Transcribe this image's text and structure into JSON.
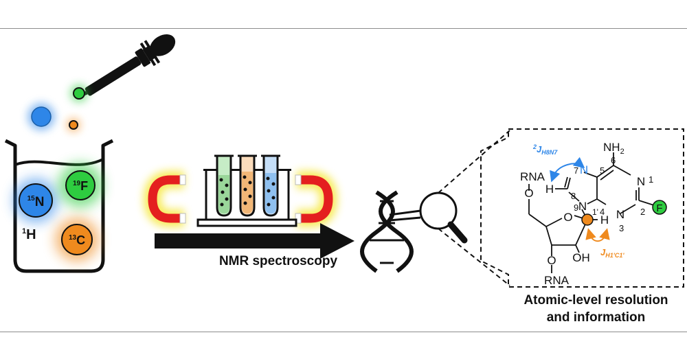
{
  "isotopes": {
    "n15": {
      "mass": "15",
      "symbol": "N",
      "color": "#2e86e8"
    },
    "f19": {
      "mass": "19",
      "symbol": "F",
      "color": "#2ecc40"
    },
    "c13": {
      "mass": "13",
      "symbol": "C",
      "color": "#ef8a1e"
    },
    "h1": {
      "mass": "1",
      "symbol": "H"
    }
  },
  "labels": {
    "nmr": "NMR spectroscopy",
    "atomic_line1": "Atomic-level resolution",
    "atomic_line2": "and information"
  },
  "molecule": {
    "nh2": "NH",
    "nh2_sub": "2",
    "n7": "N",
    "n1": "N",
    "n3": "N",
    "n9": "N",
    "h8": "H",
    "h1p": "H",
    "f": "F",
    "o_ring": "O",
    "o5": "O",
    "o3": "O",
    "oh": "OH",
    "rna_top": "RNA",
    "rna_bottom": "RNA",
    "num_1": "1",
    "num_2": "2",
    "num_3": "3",
    "num_4": "4",
    "num_5": "5",
    "num_6": "6",
    "num_7": "7",
    "num_8": "8",
    "num_9": "9",
    "num_1p": "1'"
  },
  "couplings": {
    "j_h8n7_sup": "2",
    "j_h8n7_main": "J",
    "j_h8n7_sub": "H8N7",
    "j_h8n7_color": "#2e86e8",
    "j_h1c1_main": "J",
    "j_h1c1_sub": "H1'C1'",
    "j_h1c1_color": "#ef8a1e"
  }
}
